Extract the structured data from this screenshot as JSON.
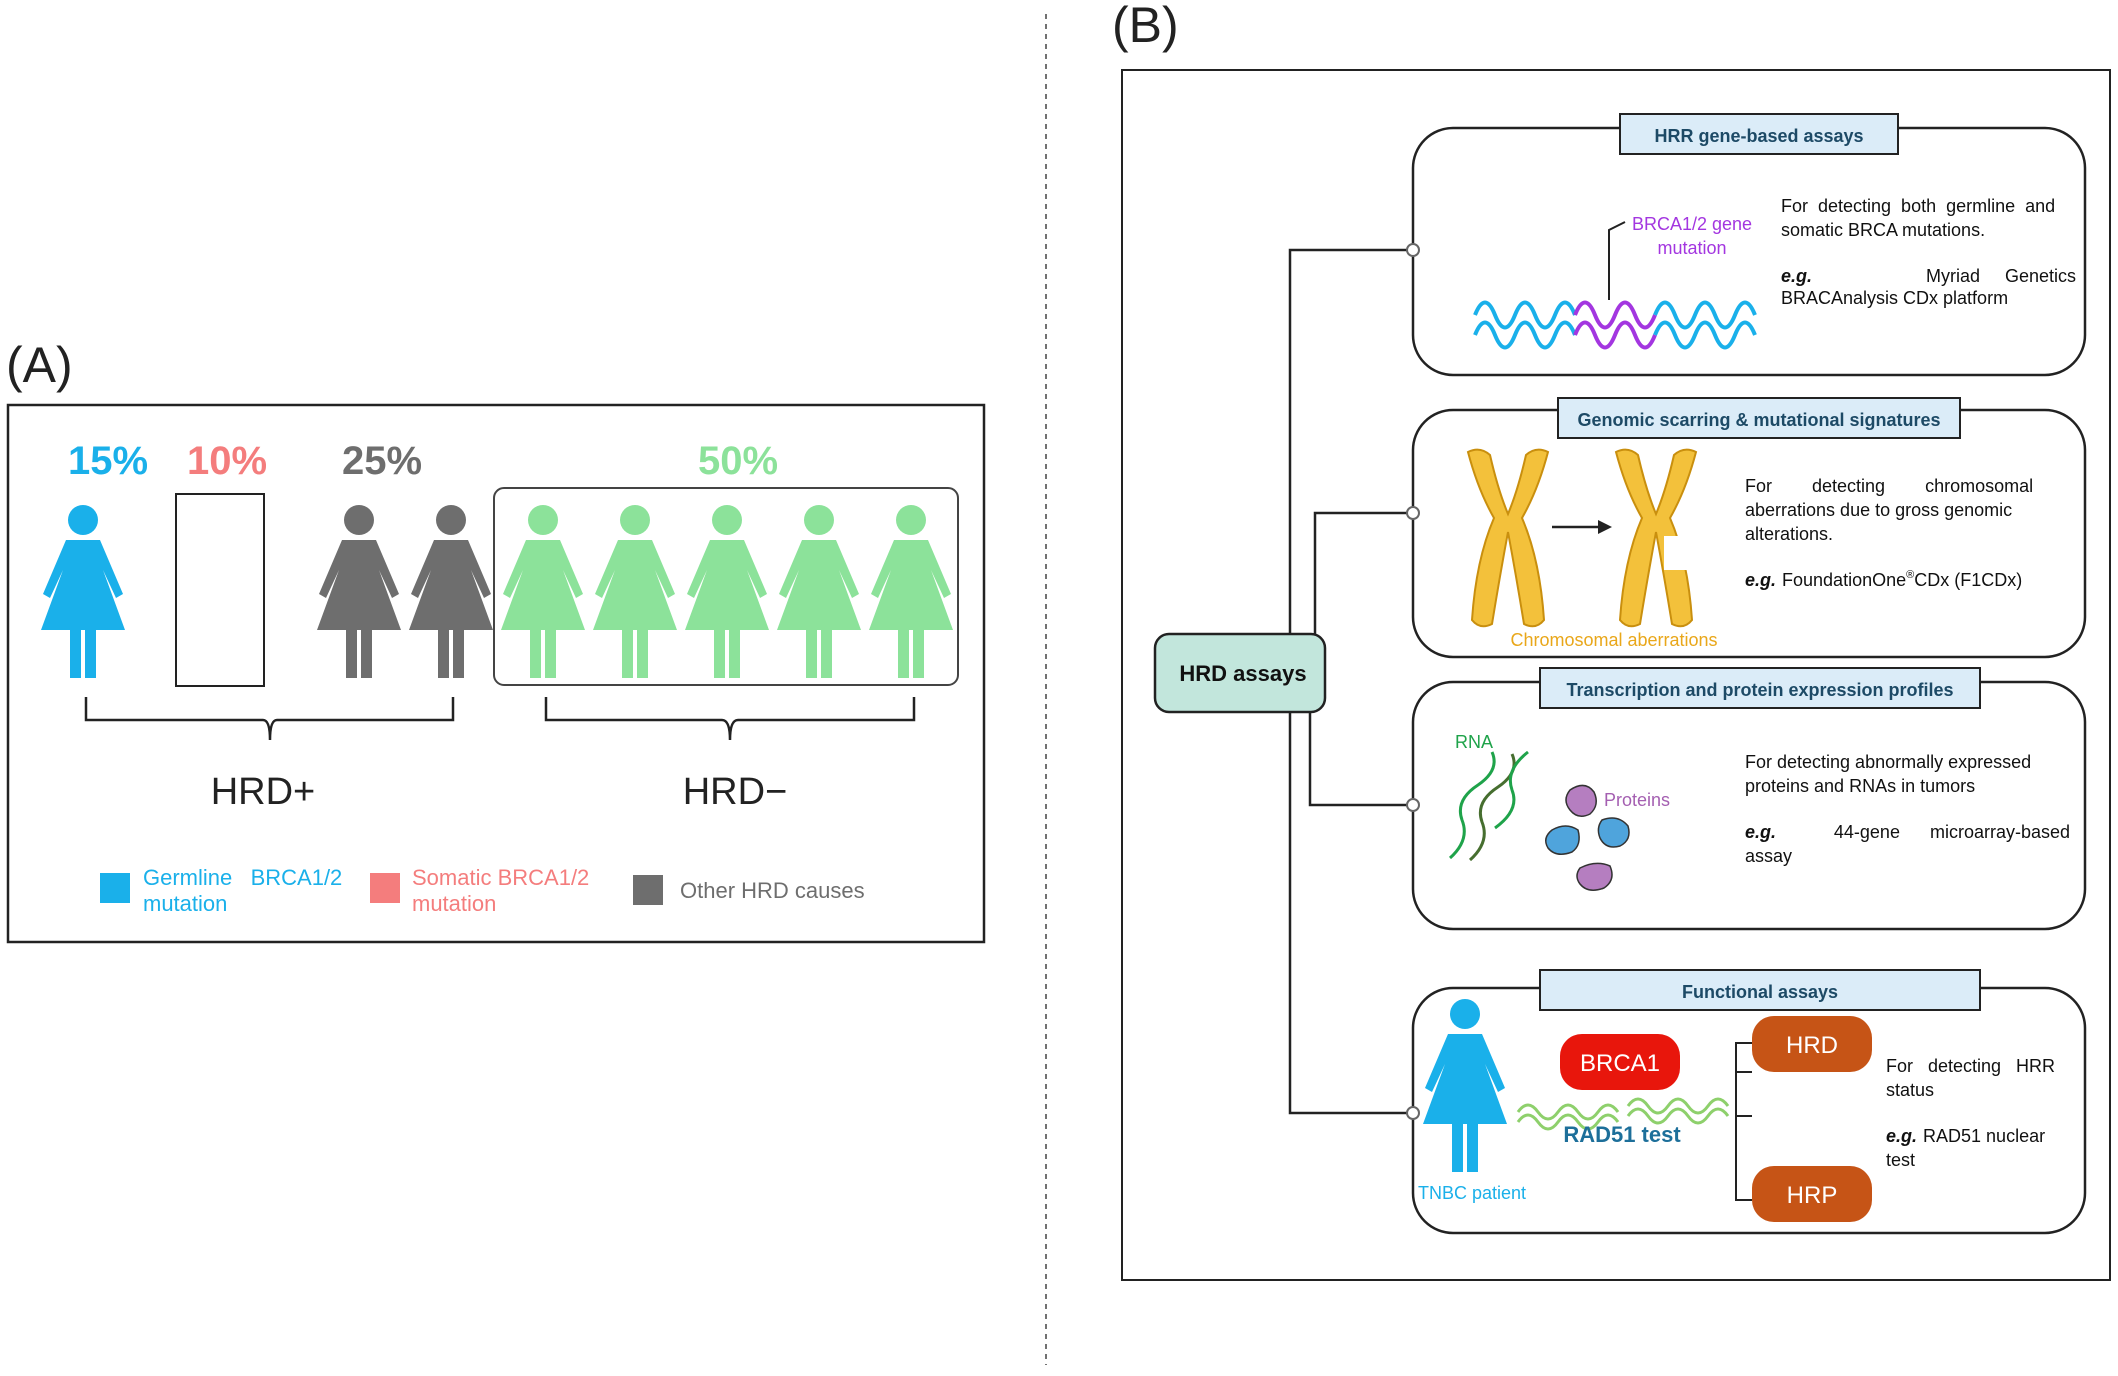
{
  "panel_a": {
    "label": "(A)",
    "percents": [
      {
        "value": "15%",
        "color": "#1ab0ea"
      },
      {
        "value": "10%",
        "color": "#f47d7d"
      },
      {
        "value": "25%",
        "color": "#6e6e6e"
      },
      {
        "value": "50%",
        "color": "#8ce29a"
      }
    ],
    "groups": {
      "hrd_pos": "HRD+",
      "hrd_neg": "HRD−"
    },
    "legend": {
      "germline_line1": "Germline   BRCA1/2",
      "germline_line2": "mutation",
      "somatic_line1": "Somatic BRCA1/2",
      "somatic_line2": "mutation",
      "other": "Other HRD causes"
    }
  },
  "panel_b": {
    "label": "(B)",
    "hub": "HRD assays",
    "sec1": {
      "title": "HRR gene-based assays",
      "gene_label_1": "BRCA1/2 gene",
      "gene_label_2": "mutation",
      "desc_1": "For  detecting  both  germline  and",
      "desc_2": "somatic BRCA mutations.",
      "eg": "e.g.",
      "eg_1": "Myriad     Genetics",
      "eg_2": "BRACAnalysis CDx platform"
    },
    "sec2": {
      "title": "Genomic scarring & mutational signatures",
      "chrom_label": "Chromosomal aberrations",
      "desc_1": "For        detecting        chromosomal",
      "desc_2": "aberrations due to gross genomic",
      "desc_3": "alterations.",
      "eg": "e.g.",
      "eg_1": "FoundationOne",
      "eg_sup": "®",
      "eg_2": "CDx (F1CDx)"
    },
    "sec3": {
      "title": "Transcription and protein expression profiles",
      "rna": "RNA",
      "proteins": "Proteins",
      "desc_1": "For detecting abnormally expressed",
      "desc_2": "proteins and RNAs in tumors",
      "eg": "e.g.",
      "eg_1": "44-gene      microarray-based",
      "eg_2": "assay"
    },
    "sec4": {
      "title": "Functional assays",
      "brca1": "BRCA1",
      "rad51": "RAD51 test",
      "hrd": "HRD",
      "hrp": "HRP",
      "patient": "TNBC patient",
      "desc_1": "For   detecting   HRR",
      "desc_2": "status",
      "eg": "e.g.",
      "eg_1": "RAD51 nuclear",
      "eg_2": "test"
    }
  },
  "colors": {
    "germline": "#1ab0ea",
    "somatic": "#f47d7d",
    "other": "#6e6e6e",
    "hrd_neg": "#8ce29a",
    "title_box_fill": "#dbecf8",
    "title_text": "#1d4a66",
    "hub_fill": "#c2e6dc",
    "brca1_fill": "#e8160c",
    "hr_fill": "#c65416",
    "chrom": "#f3c13b",
    "chrom_label": "#e9a71a",
    "gene_label": "#a336e0",
    "rna_label": "#1fa34a",
    "protein_label": "#a45fb1",
    "rad51_text": "#1d6f9a"
  }
}
